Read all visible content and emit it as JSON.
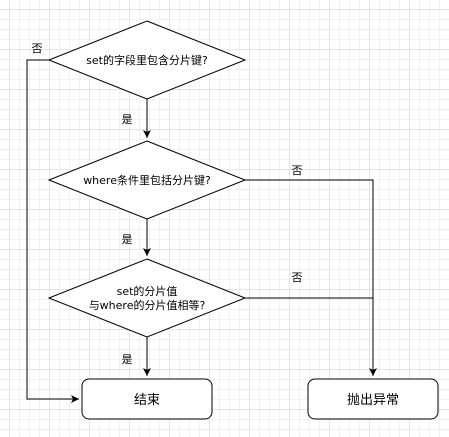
{
  "colors": {
    "stroke": "#000000",
    "fill": "#ffffff",
    "grid": "#e4e4e4"
  },
  "nodes": {
    "d1": {
      "label": "set的字段里包含分片键?"
    },
    "d2": {
      "label": "where条件里包括分片键?"
    },
    "d3": {
      "line1": "set的分片值",
      "line2": "与where的分片值相等?"
    },
    "end": {
      "label": "结束"
    },
    "throw": {
      "label": "抛出异常"
    }
  },
  "edges": {
    "d1_no": "否",
    "d1_yes": "是",
    "d2_no": "否",
    "d2_yes": "是",
    "d3_no": "否",
    "d3_yes": "是"
  }
}
